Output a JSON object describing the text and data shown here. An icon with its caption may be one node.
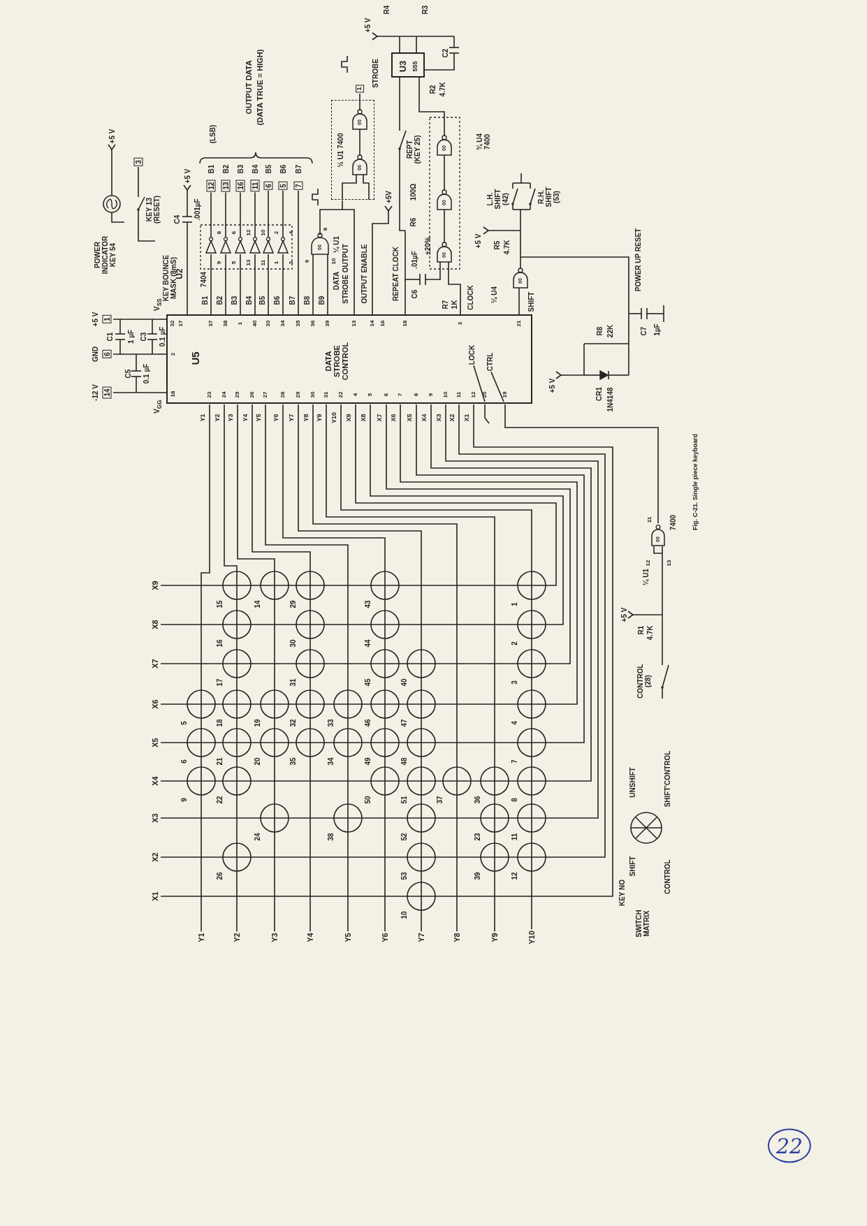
{
  "diagram": {
    "caption": "Fig. C-21. Single piece keyboard",
    "nodes": [
      {
        "text": [
          "U5",
          "DATA STROBE CONTROL"
        ]
      },
      {
        "text": [
          "½ U1 7400"
        ]
      },
      {
        "text": [
          "U3",
          "555"
        ]
      },
      {
        "text": [
          "12"
        ]
      },
      {
        "text": [
          "13"
        ]
      },
      {
        "text": [
          "16"
        ]
      },
      {
        "text": [
          "11"
        ]
      },
      {
        "text": [
          "6"
        ]
      },
      {
        "text": [
          "5"
        ]
      },
      {
        "text": [
          "7"
        ]
      },
      {
        "text": [
          "X1"
        ]
      },
      {
        "text": [
          "X2"
        ]
      },
      {
        "text": [
          "X3"
        ]
      },
      {
        "text": [
          "X4"
        ]
      },
      {
        "text": [
          "X5"
        ]
      },
      {
        "text": [
          "X6"
        ]
      },
      {
        "text": [
          "X7"
        ]
      },
      {
        "text": [
          "X8"
        ]
      },
      {
        "text": [
          "X9"
        ]
      },
      {
        "text": [
          "Y1"
        ]
      },
      {
        "text": [
          "Y2"
        ]
      },
      {
        "text": [
          "Y3"
        ]
      },
      {
        "text": [
          "Y4"
        ]
      },
      {
        "text": [
          "Y5"
        ]
      },
      {
        "text": [
          "Y6"
        ]
      },
      {
        "text": [
          "Y7"
        ]
      },
      {
        "text": [
          "Y8"
        ]
      },
      {
        "text": [
          "Y9"
        ]
      },
      {
        "text": [
          "Y10"
        ]
      },
      {
        "text": [],
        "shape": "triangle"
      },
      {
        "text": [],
        "shape": "triangle"
      },
      {
        "text": [],
        "shape": "triangle"
      },
      {
        "text": [],
        "shape": "triangle"
      },
      {
        "text": [],
        "shape": "triangle"
      },
      {
        "text": [],
        "shape": "triangle"
      },
      {
        "text": [
          "LOCK"
        ],
        "in": 0
      },
      {
        "text": [
          "CTRL"
        ],
        "in": 0
      },
      {
        "text": [],
        "shape": "gate"
      }
    ],
    "edges": [
      {
        "from": 0,
        "to": 10,
        "arrow": "none"
      },
      {
        "from": 0,
        "to": 11,
        "arrow": "none"
      },
      {
        "from": 0,
        "to": 12,
        "arrow": "none"
      },
      {
        "from": 0,
        "to": 13,
        "arrow": "none"
      },
      {
        "from": 0,
        "to": 14,
        "arrow": "none"
      },
      {
        "from": 0,
        "to": 15,
        "arrow": "none"
      },
      {
        "from": 0,
        "to": 16,
        "arrow": "none"
      },
      {
        "from": 0,
        "to": 17,
        "arrow": "none"
      },
      {
        "from": 0,
        "to": 18,
        "arrow": "none"
      },
      {
        "from": 0,
        "to": 19,
        "arrow": "none"
      },
      {
        "from": 0,
        "to": 20,
        "arrow": "none"
      },
      {
        "from": 0,
        "to": 21,
        "arrow": "none"
      },
      {
        "from": 0,
        "to": 22,
        "arrow": "none"
      },
      {
        "from": 0,
        "to": 23,
        "arrow": "none"
      },
      {
        "from": 0,
        "to": 24,
        "arrow": "none"
      },
      {
        "from": 0,
        "to": 25,
        "arrow": "none"
      },
      {
        "from": 0,
        "to": 26,
        "arrow": "none"
      },
      {
        "from": 0,
        "to": 27,
        "arrow": "none"
      },
      {
        "from": 0,
        "to": 28,
        "arrow": "none"
      },
      {
        "from": 0,
        "to": 29,
        "arrow": "none"
      },
      {
        "from": 0,
        "to": 30,
        "arrow": "none"
      },
      {
        "from": 0,
        "to": 31,
        "arrow": "none"
      },
      {
        "from": 0,
        "to": 32,
        "arrow": "none"
      },
      {
        "from": 0,
        "to": 33,
        "arrow": "none"
      },
      {
        "from": 0,
        "to": 34,
        "arrow": "none"
      },
      {
        "from": 29,
        "to": 3,
        "arrow": "none"
      },
      {
        "from": 30,
        "to": 4,
        "arrow": "none"
      },
      {
        "from": 31,
        "to": 5,
        "arrow": "none"
      },
      {
        "from": 32,
        "to": 6,
        "arrow": "none"
      },
      {
        "from": 33,
        "to": 7,
        "arrow": "none"
      },
      {
        "from": 34,
        "to": 8,
        "arrow": "none"
      },
      {
        "from": 0,
        "to": 9,
        "arrow": "none"
      },
      {
        "from": 35,
        "to": 0,
        "arrow": "none"
      },
      {
        "from": 36,
        "to": 0,
        "arrow": "none"
      },
      {
        "from": 0,
        "to": 37,
        "arrow": "none"
      },
      {
        "from": 0,
        "to": null,
        "arrow": "none"
      },
      {
        "from": 0,
        "to": 1,
        "arrow": "none"
      }
    ],
    "labels": [
      "-12 V",
      "14",
      "GND",
      "6",
      "+5 V",
      "1",
      "C5",
      "0.1 µF",
      "C1",
      "1 µF",
      "C3",
      "0.1 µF",
      "V$_{GG}$",
      "V$_{SS}$",
      "POWER INDICATOR KEY 54",
      "+5 V",
      "KEY 13 (RESET)",
      "3",
      "C4",
      ".001µF",
      "+5 V",
      "KEY BOUNCE MASK (8mS)",
      "U2",
      "7404",
      "(LSB)",
      "OUTPUT DATA",
      "(DATA TRUE = HIGH)",
      "B1",
      "B2",
      "B3",
      "B4",
      "B5",
      "B6",
      "B7",
      "8",
      "9",
      "6",
      "5",
      "12",
      "13",
      "10",
      "11",
      "2",
      "1",
      "4",
      "3",
      "B1",
      "B2",
      "B3",
      "B4",
      "B5",
      "B6",
      "B7",
      "B8",
      "B9",
      "9",
      "10",
      "8",
      "DATA",
      "¼ U1",
      "STROBE OUTPUT",
      "OUTPUT ENABLE",
      "REPEAT CLOCK",
      "C6",
      ".01µF",
      "±20%",
      "R7",
      "1K",
      "CLOCK",
      "+5 V",
      "R5",
      "4.7K",
      "¼ U4",
      "SHIFT",
      "+5 V",
      "STROBE",
      "1",
      "+5V",
      "REPT (KEY 25)",
      "R6",
      "100Ω",
      "R2",
      "4.7K",
      "C2",
      "R4",
      "R3",
      "¾ U4 7400",
      "L.H. SHIFT (42)",
      "R.H. SHIFT (53)",
      "POWER UP RESET",
      "R8",
      "22K",
      "C7",
      "1µF",
      "CR1",
      "1N4148",
      "+5 V",
      "32",
      "17",
      "37",
      "38",
      "1",
      "40",
      "33",
      "34",
      "35",
      "36",
      "39",
      "13",
      "14",
      "16",
      "18",
      "3",
      "21",
      "2",
      "18",
      "23",
      "24",
      "25",
      "26",
      "27",
      "28",
      "29",
      "30",
      "31",
      "22",
      "4",
      "5",
      "6",
      "7",
      "8",
      "9",
      "10",
      "11",
      "12",
      "20",
      "19",
      "Y1",
      "Y2",
      "Y3",
      "Y4",
      "Y5",
      "Y6",
      "Y7",
      "Y8",
      "Y9",
      "Y10",
      "X9",
      "X8",
      "X7",
      "X6",
      "X5",
      "X4",
      "X3",
      "X2",
      "X1",
      "15",
      "14",
      "29",
      "43",
      "1",
      "16",
      "30",
      "44",
      "2",
      "17",
      "31",
      "45",
      "40",
      "3",
      "5",
      "18",
      "19",
      "32",
      "33",
      "46",
      "47",
      "4",
      "6",
      "21",
      "20",
      "35",
      "34",
      "49",
      "48",
      "7",
      "9",
      "22",
      "50",
      "51",
      "37",
      "36",
      "8",
      "24",
      "38",
      "52",
      "23",
      "11",
      "26",
      "53",
      "39",
      "12",
      "10",
      "UNSHIFT",
      "SHIFT",
      "KEY NO",
      "SWITCH MATRIX",
      "SHIFT'CONTROL",
      "CONTROL",
      "+5 V",
      "R1",
      "4.7K",
      "CONTROL (28)",
      "¼ U1",
      "7400",
      "11",
      "12",
      "13",
      "00",
      "00",
      "00",
      "00",
      "00",
      "00",
      "00",
      "00",
      "22"
    ]
  }
}
